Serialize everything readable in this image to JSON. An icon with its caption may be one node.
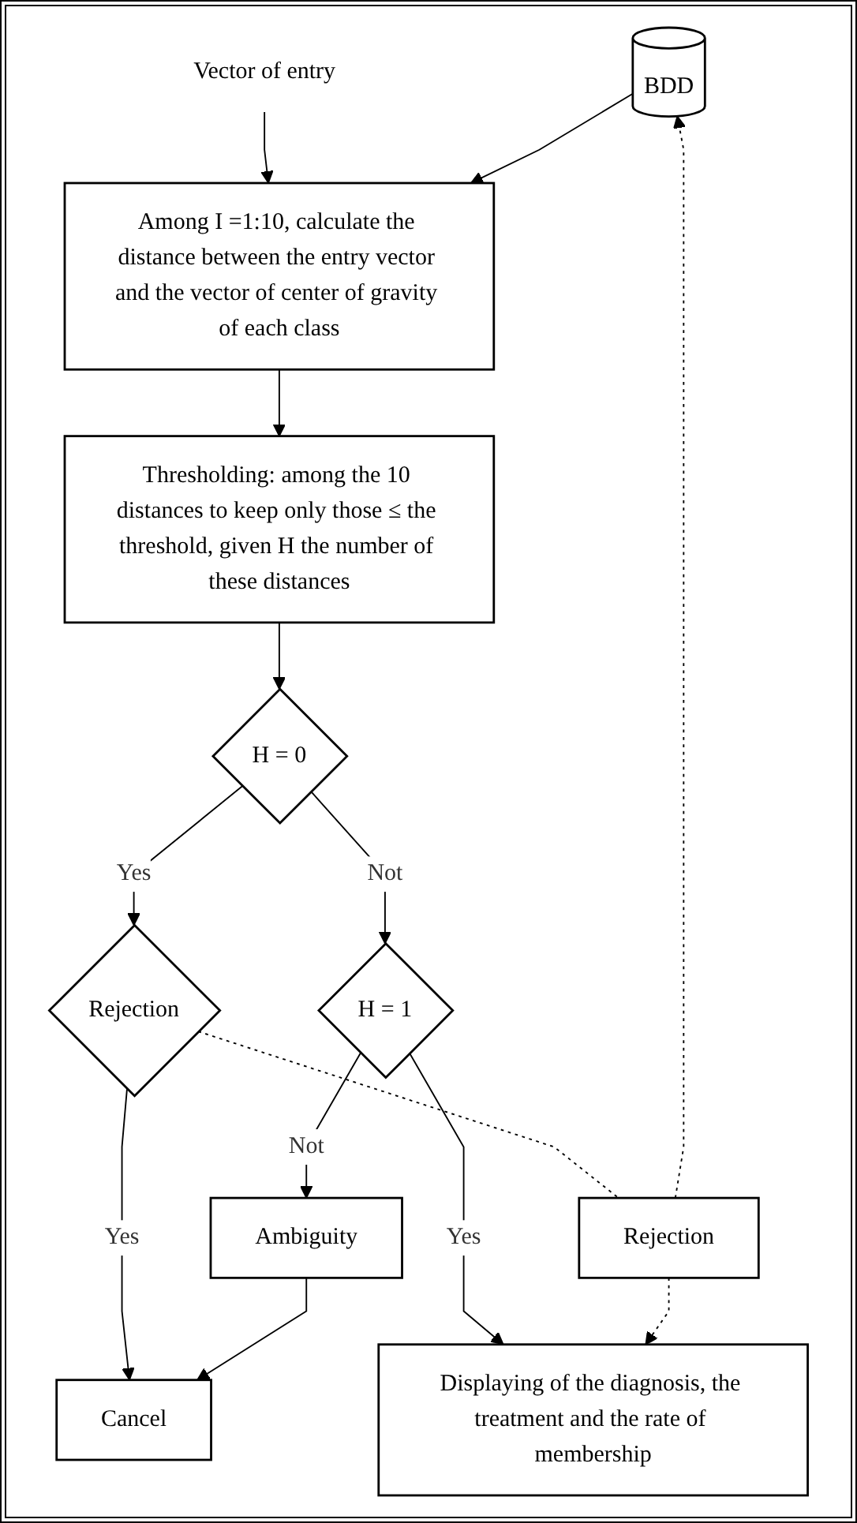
{
  "diagram": {
    "nodes": [
      {
        "text": [
          "Vector of entry"
        ]
      },
      {
        "text": [
          "Among I =1:10, calculate the distance between the entry vector and the vector of center of gravity of each class"
        ]
      },
      {
        "text": [
          "Thresholding: among the 10 distances to keep only those ≤ the threshold, given H the number of these distances"
        ]
      },
      {
        "text": [
          "BDD"
        ]
      },
      {
        "text": [
          "H = 0"
        ]
      },
      {
        "text": [
          "Rejection"
        ]
      },
      {
        "text": [
          "H = 1"
        ]
      },
      {
        "text": [
          "Ambiguity"
        ]
      },
      {
        "text": [
          "Displaying of the diagnosis, the treatment and the rate of membership"
        ]
      },
      {
        "text": [
          "Rejection"
        ]
      },
      {
        "text": [
          "Cancel"
        ]
      }
    ],
    "edges": [
      {
        "from": 0,
        "to": 1,
        "arrow": "to"
      },
      {
        "from": 3,
        "to": 1,
        "arrow": "to"
      },
      {
        "from": 1,
        "to": 2,
        "arrow": "to"
      },
      {
        "from": 2,
        "to": 4,
        "arrow": "to"
      },
      {
        "from": 4,
        "to": 5,
        "arrow": "to",
        "label": "Yes"
      },
      {
        "from": 4,
        "to": 6,
        "arrow": "to",
        "label": "Not"
      },
      {
        "from": 5,
        "to": 10,
        "arrow": "to",
        "label": "Yes"
      },
      {
        "from": 6,
        "to": 7,
        "arrow": "to",
        "label": "Not"
      },
      {
        "from": 7,
        "to": 10,
        "arrow": "to"
      },
      {
        "from": 6,
        "to": 8,
        "arrow": "to",
        "label": "Yes"
      },
      {
        "from": 5,
        "to": 9,
        "arrow": "none",
        "style": "dashed"
      },
      {
        "from": 9,
        "to": 3,
        "arrow": "to",
        "style": "dashed"
      },
      {
        "from": 9,
        "to": 8,
        "arrow": "to",
        "style": "dashed"
      }
    ]
  }
}
